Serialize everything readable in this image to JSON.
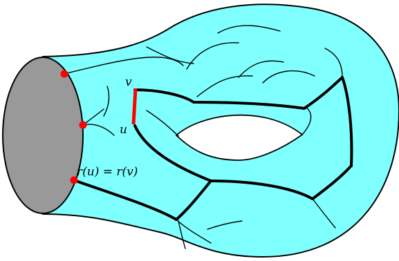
{
  "labels": {
    "v": "v",
    "u": "u",
    "ru_eq_rv": "r(u) = r(v)"
  },
  "colors": {
    "surface": "#80ffff",
    "boundary_disk": "#999999",
    "marked_point": "#ff0000",
    "marked_edge": "#ff0000",
    "lines": "#000000",
    "background": "#ffffff"
  }
}
